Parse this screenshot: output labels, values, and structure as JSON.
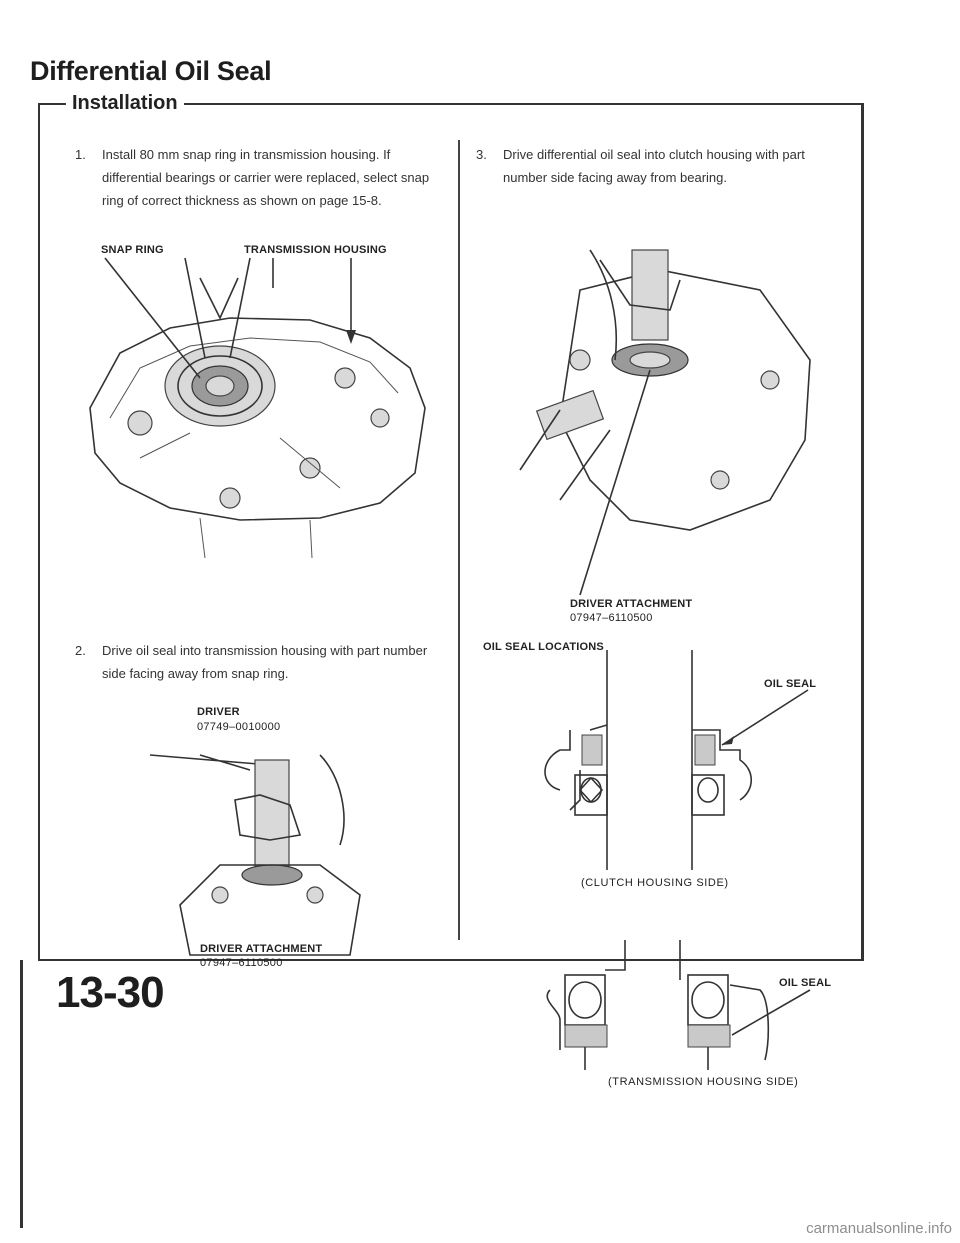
{
  "header": {
    "title": "Differential Oil Seal",
    "section": "Installation"
  },
  "steps": [
    {
      "num": "1.",
      "text": "Install 80 mm snap ring in transmission housing. If differential bearings or carrier were replaced, select snap ring of correct thickness as shown on page 15-8."
    },
    {
      "num": "2.",
      "text": "Drive oil seal into transmission housing with part number side facing away from snap ring."
    },
    {
      "num": "3.",
      "text": "Drive differential oil seal into clutch housing with part number side facing away from bearing."
    }
  ],
  "labels": {
    "snap_ring": "SNAP RING",
    "transmission_housing": "TRANSMISSION HOUSING",
    "driver": "DRIVER",
    "driver_part": "07749–0010000",
    "driver_attachment_left": "DRIVER ATTACHMENT",
    "driver_attachment_left_part": "07947–6110500",
    "driver_attachment_right": "DRIVER ATTACHMENT",
    "driver_attachment_right_part": "07947–6110500",
    "oil_seal_locations": "OIL SEAL LOCATIONS",
    "oil_seal_1": "OIL SEAL",
    "oil_seal_2": "OIL SEAL",
    "clutch_housing_side": "(CLUTCH HOUSING SIDE)",
    "transmission_housing_side": "(TRANSMISSION HOUSING SIDE)"
  },
  "footer": {
    "page_number": "13-30",
    "watermark": "carmanualsonline.info"
  }
}
